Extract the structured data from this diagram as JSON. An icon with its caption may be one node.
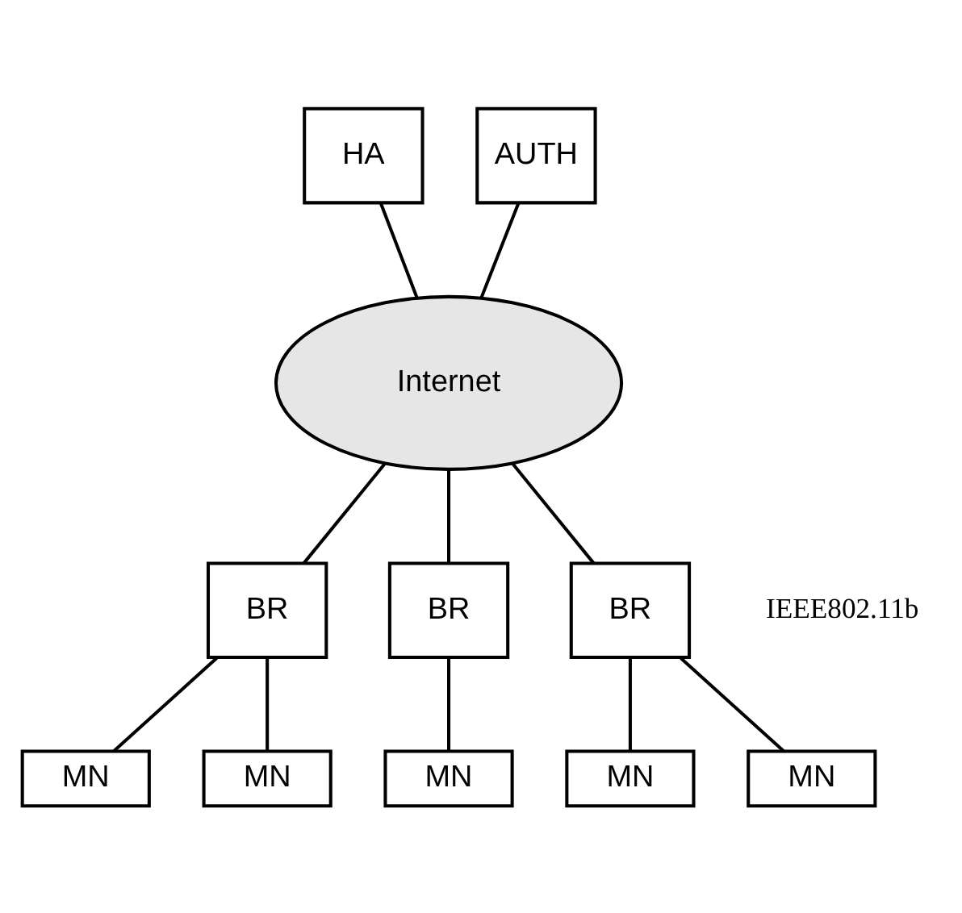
{
  "diagram": {
    "nodes": [
      {
        "text": [
          "HA"
        ]
      },
      {
        "text": [
          "AUTH"
        ]
      },
      {
        "text": [
          "Internet"
        ]
      },
      {
        "text": [
          "BR"
        ]
      },
      {
        "text": [
          "BR"
        ]
      },
      {
        "text": [
          "BR"
        ]
      },
      {
        "text": [
          "MN"
        ]
      },
      {
        "text": [
          "MN"
        ]
      },
      {
        "text": [
          "MN"
        ]
      },
      {
        "text": [
          "MN"
        ]
      },
      {
        "text": [
          "MN"
        ]
      }
    ],
    "edges": [
      {
        "from": 0,
        "to": 2,
        "arrow": "none"
      },
      {
        "from": 1,
        "to": 2,
        "arrow": "none"
      },
      {
        "from": 2,
        "to": 3,
        "arrow": "none"
      },
      {
        "from": 2,
        "to": 4,
        "arrow": "none"
      },
      {
        "from": 2,
        "to": 5,
        "arrow": "none"
      },
      {
        "from": 3,
        "to": 6,
        "arrow": "none"
      },
      {
        "from": 3,
        "to": 7,
        "arrow": "none"
      },
      {
        "from": 4,
        "to": 8,
        "arrow": "none"
      },
      {
        "from": 5,
        "to": 9,
        "arrow": "none"
      },
      {
        "from": 5,
        "to": 10,
        "arrow": "none"
      }
    ],
    "labels": [
      "IEEE802.11b"
    ]
  }
}
